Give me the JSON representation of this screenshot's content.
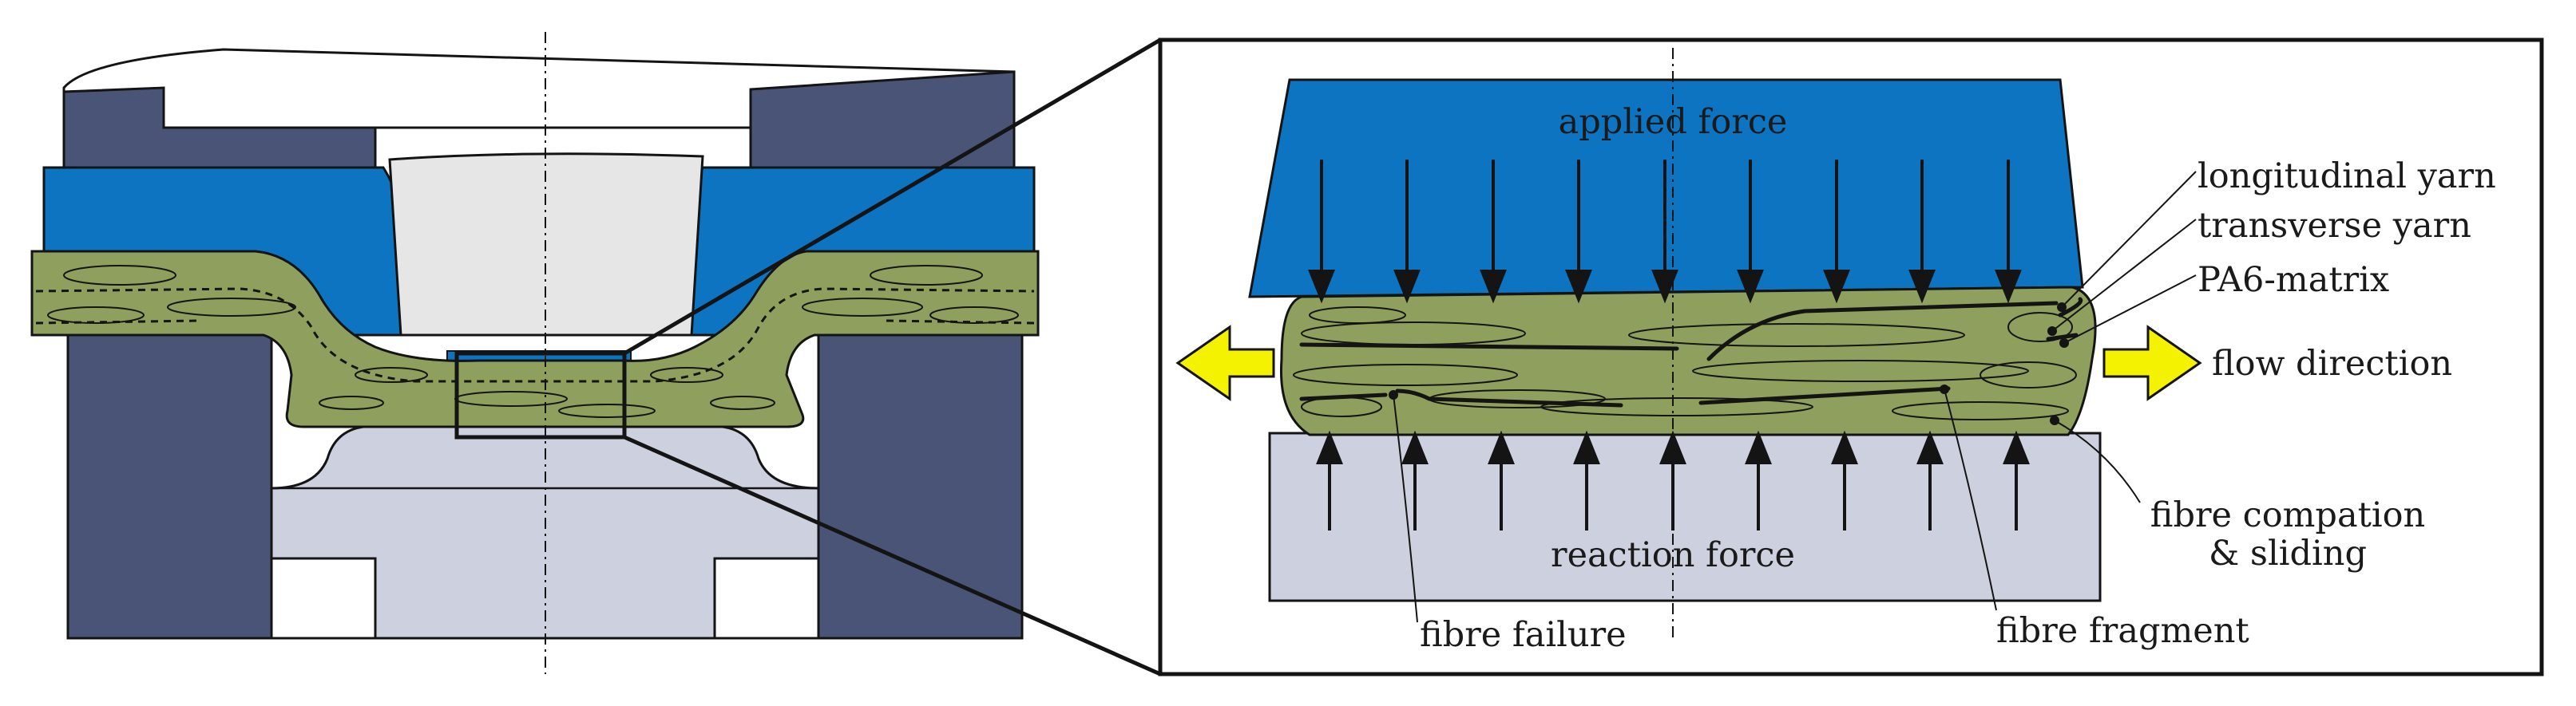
{
  "labels": {
    "applied_force": "applied force",
    "reaction_force": "reaction force",
    "longitudinal_yarn": "longitudinal yarn",
    "transverse_yarn": "transverse yarn",
    "pa6_matrix": "PA6-matrix",
    "flow_direction": "flow direction",
    "fibre_compaction_line1": "fibre compation",
    "fibre_compaction_line2": "& sliding",
    "fibre_failure": "fibre failure",
    "fibre_fragment": "fibre fragment"
  },
  "colors": {
    "mould_dark": "#4a5477",
    "punch_blue": "#0d74c2",
    "composite_green": "#8e9f5e",
    "die_light": "#cdd0de",
    "insert_grey": "#e6e6e6",
    "arrow_yellow": "#f5f200",
    "outline": "#141414"
  }
}
